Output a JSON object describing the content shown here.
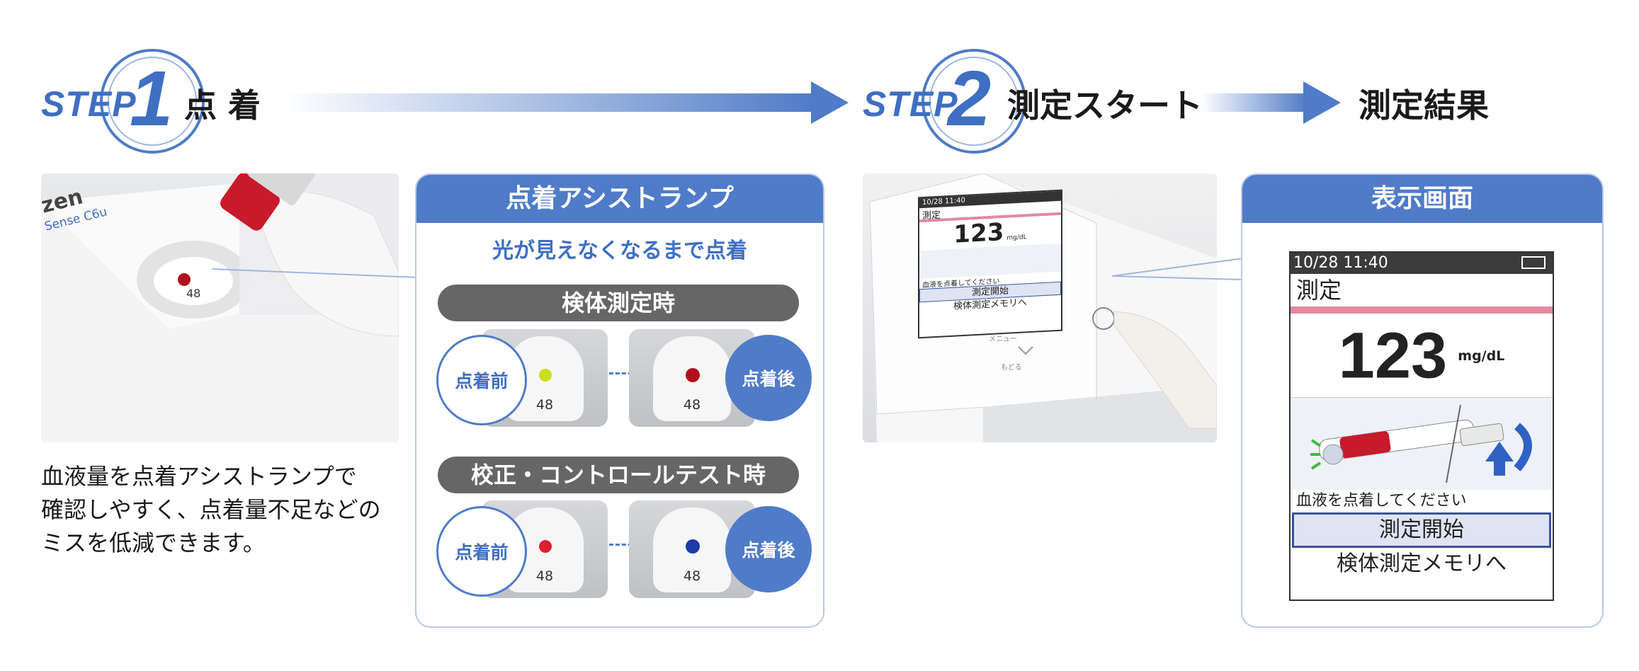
{
  "step1": {
    "word": "STEP",
    "number": "1",
    "title": "点 着"
  },
  "step2": {
    "word": "STEP",
    "number": "2",
    "title": "測定スタート"
  },
  "result_title": "測定結果",
  "device_photo": {
    "brand_text": "zen",
    "model_text": "Sense C6u",
    "strip_number": "48"
  },
  "description": [
    "血液量を点着アシストランプで",
    "確認しやすく、点着量不足などの",
    "ミスを低減できます。"
  ],
  "assist_panel": {
    "header": "点着アシストランプ",
    "subtitle": "光が見えなくなるまで点着",
    "rows": [
      {
        "label": "検体測定時",
        "before": "点着前",
        "after": "点着後",
        "strip_number": "48",
        "before_color": "#cddc1e",
        "after_color": "#b0101c"
      },
      {
        "label": "校正・コントロールテスト時",
        "before": "点着前",
        "after": "点着後",
        "strip_number": "48",
        "before_color": "#e02030",
        "after_color": "#1e3aa8"
      }
    ]
  },
  "step2_photo": {
    "mini_screen": {
      "datetime": "10/28 11:40",
      "label": "測定",
      "value": "123",
      "unit": "mg/dL",
      "prompt": "血液を点着してください",
      "menu1": "測定開始",
      "menu2": "検体測定メモリへ"
    },
    "menu_label": "メニュー",
    "back_label": "もどる"
  },
  "display_panel": {
    "header": "表示画面",
    "screen": {
      "datetime": "10/28 11:40",
      "label": "測定",
      "value": "123",
      "unit": "mg/dL",
      "prompt": "血液を点着してください",
      "menu1": "測定開始",
      "menu2": "検体測定メモリへ"
    }
  },
  "colors": {
    "accent": "#4f7bc8",
    "pink_bar": "#e08aa0",
    "pill": "#666666"
  }
}
